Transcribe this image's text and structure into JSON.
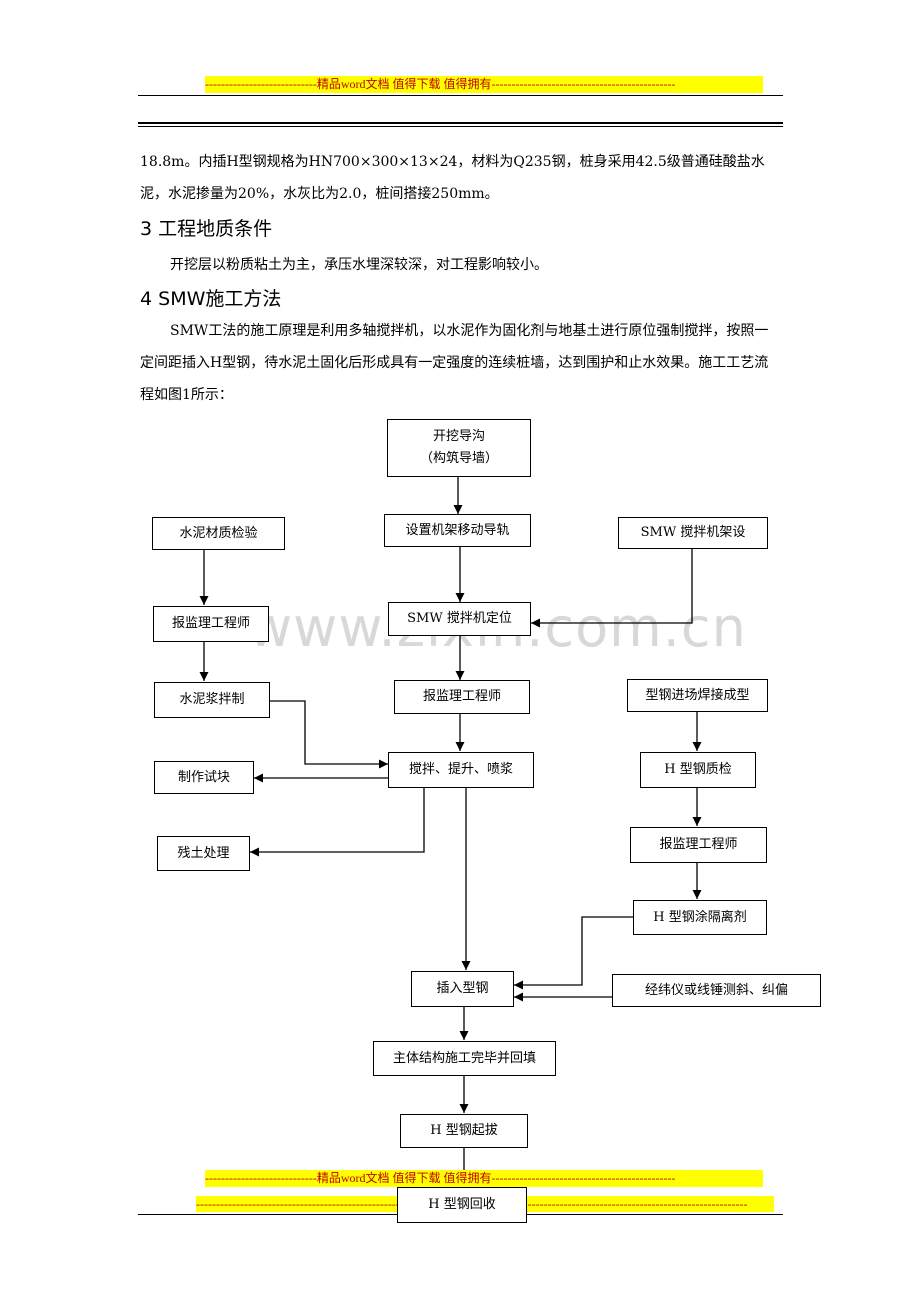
{
  "header_banner": "----------------------------精品word文档 值得下载 值得拥有----------------------------------------------",
  "footer_banner_1": "----------------------------精品word文档 值得下载 值得拥有----------------------------------------------",
  "footer_banner_2": "------------------------------------------------------------------------------------------------------------------------------------------",
  "paragraphs": {
    "p1": "18.8m。内插H型钢规格为HN700×300×13×24，材料为Q235钢，桩身采用42.5级普通硅酸盐水泥，水泥掺量为20%，水灰比为2.0，桩间搭接250mm。",
    "h3": "3 工程地质条件",
    "p2": "开挖层以粉质粘土为主，承压水埋深较深，对工程影响较小。",
    "h4": "4 SMW施工方法",
    "p3": "SMW工法的施工原理是利用多轴搅拌机，以水泥作为固化剂与地基土进行原位强制搅拌，按照一定间距插入H型钢，待水泥土固化后形成具有一定强度的连续桩墙，达到围护和止水效果。施工工艺流程如图1所示："
  },
  "flowchart": {
    "trench_line1": "开挖导沟",
    "trench_line2": "（构筑导墙）",
    "guide_rail": "设置机架移动导轨",
    "cement_check": "水泥材质检验",
    "smw_setup": "SMW 搅拌机架设",
    "report1": "报监理工程师",
    "smw_position": "SMW 搅拌机定位",
    "slurry": "水泥浆拌制",
    "report2": "报监理工程师",
    "steel_weld": "型钢进场焊接成型",
    "test_block": "制作试块",
    "mix_lift": "搅拌、提升、喷浆",
    "steel_qc": "H  型钢质检",
    "soil": "残土处理",
    "report3": "报监理工程师",
    "coating": "H 型钢涂隔离剂",
    "insert": "插入型钢",
    "measure": "经纬仪或线锤测斜、纠偏",
    "backfill": "主体结构施工完毕并回填",
    "pullout": "H 型钢起拔",
    "recycle": "H 型钢回收"
  },
  "watermark": "www.zixin.com.cn"
}
